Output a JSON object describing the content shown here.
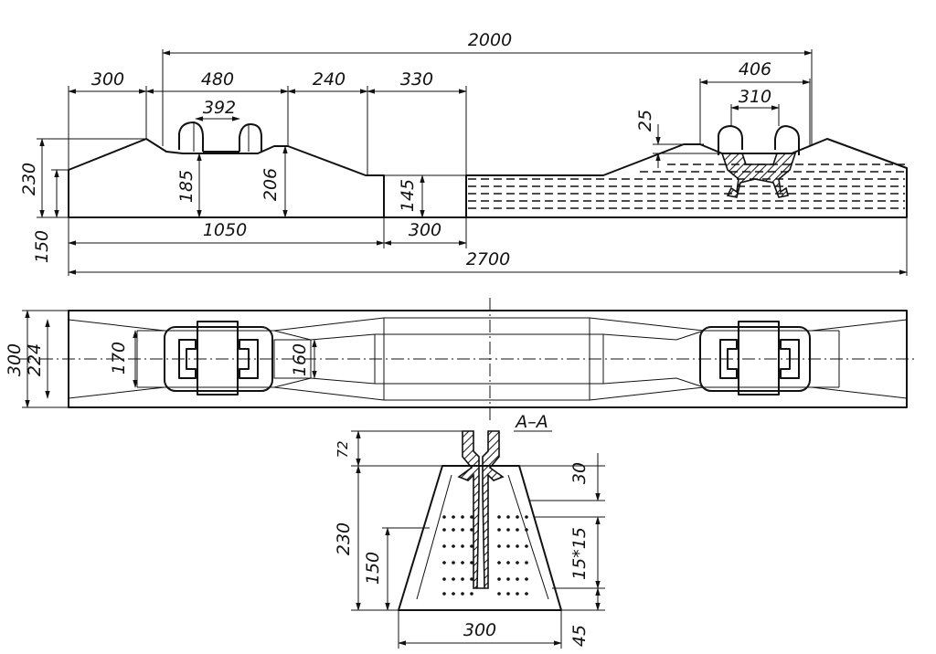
{
  "drawing": {
    "section_label": "A–A",
    "elevation_dims": {
      "d2000": "2000",
      "d300_top": "300",
      "d480": "480",
      "d392": "392",
      "d240": "240",
      "d330": "330",
      "d406": "406",
      "d310": "310",
      "d25": "25",
      "d230": "230",
      "d185": "185",
      "d206": "206",
      "d145": "145",
      "d150": "150",
      "d1050": "1050",
      "d300_bottom": "300",
      "d2700": "2700"
    },
    "plan_dims": {
      "d300": "300",
      "d224": "224",
      "d170": "170",
      "d160": "160"
    },
    "section_dims": {
      "d72": "72",
      "d230": "230",
      "d150": "150",
      "d30": "30",
      "d15x15": "15*15",
      "d45": "45",
      "d300": "300"
    }
  }
}
